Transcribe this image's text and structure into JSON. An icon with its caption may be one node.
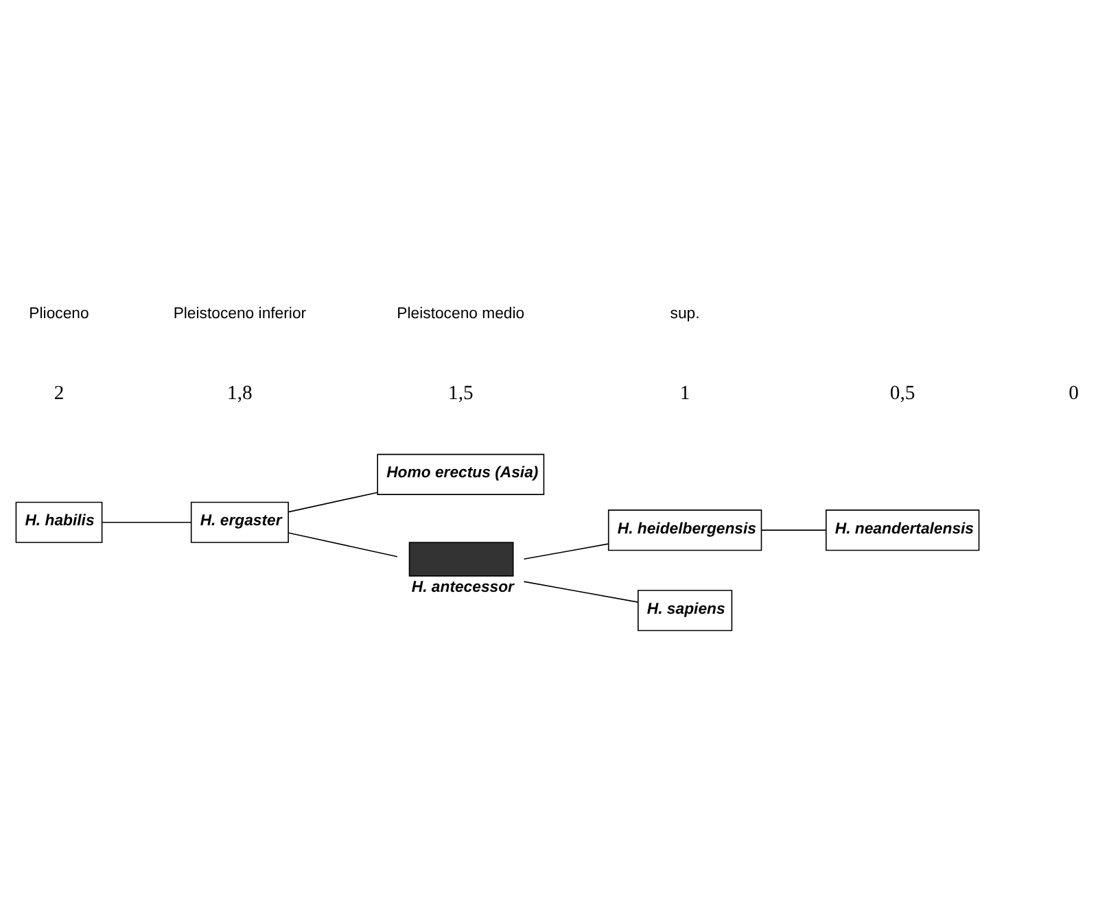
{
  "diagram": {
    "nodes": [
      {
        "text": [
          "H. habilis"
        ]
      },
      {
        "text": [
          "H. ergaster"
        ]
      },
      {
        "text": [
          "Homo erectus (Asia)"
        ]
      },
      {
        "text": [
          "H. antecessor"
        ]
      },
      {
        "text": [
          "H. heidelbergensis"
        ]
      },
      {
        "text": [
          "H. neandertalensis"
        ]
      },
      {
        "text": [
          "H. sapiens"
        ]
      }
    ],
    "edges": [
      {
        "from": 0,
        "to": 1,
        "arrow": "none"
      },
      {
        "from": 1,
        "to": 2,
        "arrow": "none"
      },
      {
        "from": 1,
        "to": 3,
        "arrow": "none"
      },
      {
        "from": 3,
        "to": 4,
        "arrow": "none"
      },
      {
        "from": 3,
        "to": 6,
        "arrow": "none"
      },
      {
        "from": 4,
        "to": 5,
        "arrow": "none"
      }
    ],
    "labels": [
      "2",
      "1,8",
      "1,5",
      "1",
      "0,5",
      "0",
      "Plioceno",
      "Pleistoceno inferior",
      "Pleistoceno medio",
      "sup."
    ]
  }
}
